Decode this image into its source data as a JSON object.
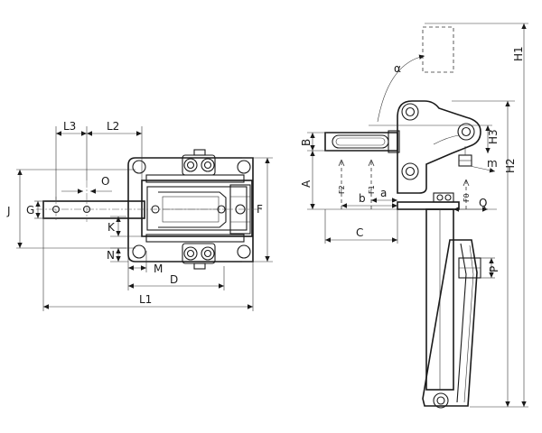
{
  "labels": {
    "L3": "L3",
    "L2": "L2",
    "O": "O",
    "J": "J",
    "G": "G",
    "K": "K",
    "N": "N",
    "M": "M",
    "D": "D",
    "L1": "L1",
    "F": "F",
    "H1": "H1",
    "alpha": "α",
    "B": "B",
    "H3": "H3",
    "H2": "H2",
    "A": "A",
    "F2": "F2",
    "F1": "F1",
    "F0": "F0",
    "b": "b",
    "a": "a",
    "m": "m",
    "Q": "Q",
    "C": "C",
    "P": "P"
  }
}
